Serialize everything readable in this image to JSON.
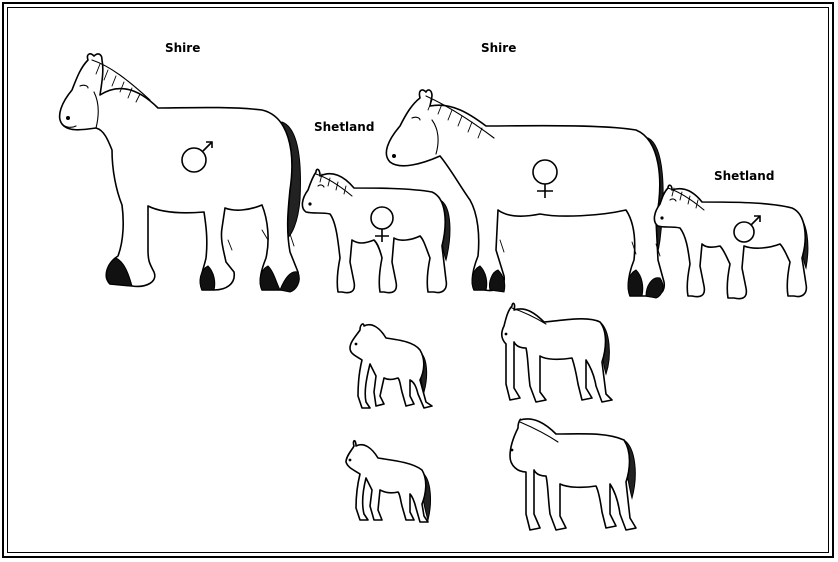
{
  "labels": {
    "shire_male": "Shire",
    "shetland_female": "Shetland",
    "shire_female": "Shire",
    "shetland_male": "Shetland"
  },
  "sex_symbols": {
    "shire_male": "male",
    "shetland_female": "female",
    "shire_female": "female",
    "shetland_male": "male"
  },
  "colors": {
    "line": "#000000",
    "background": "#ffffff"
  }
}
